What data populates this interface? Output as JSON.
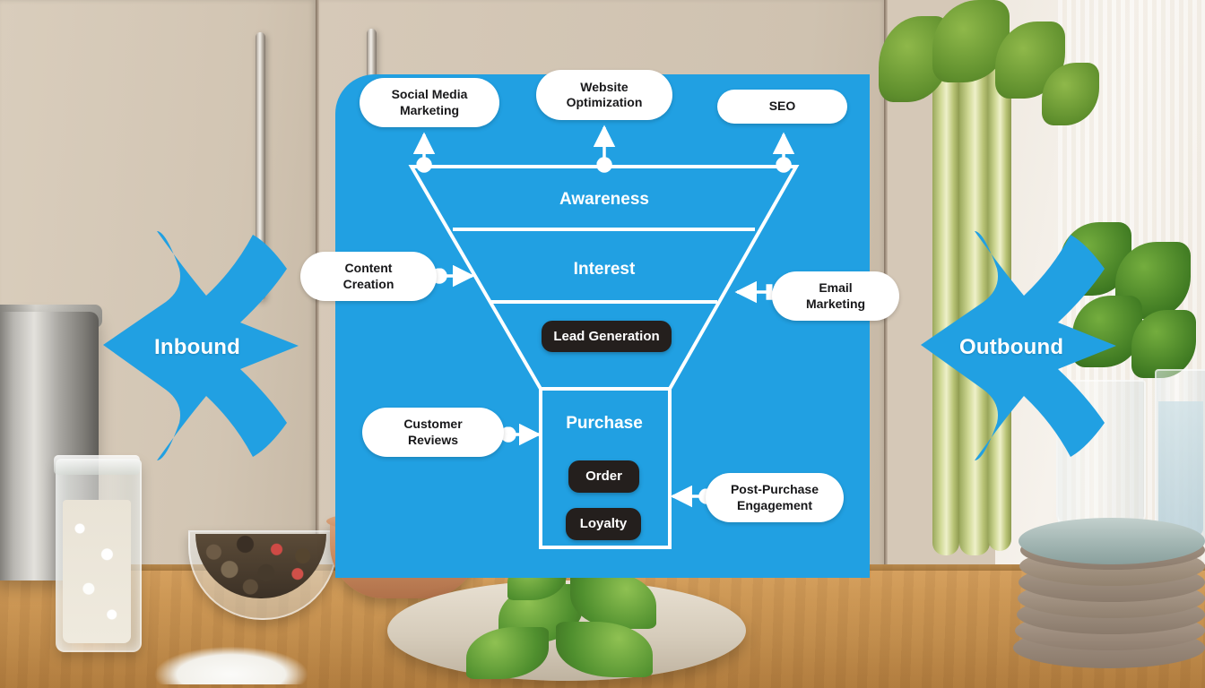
{
  "scene": {
    "background_description": "kitchen counter with cabinets, salt jar, peppercorn bowl, herb bowl, basil, celery, parsley, plates",
    "panel_color": "#21a0e2",
    "chip_color": "#241f1d",
    "pill_color": "#ffffff",
    "text_on_blue": "#ffffff"
  },
  "flow": {
    "inbound_label": "Inbound",
    "outbound_label": "Outbound"
  },
  "funnel": {
    "stages": [
      {
        "id": "awareness",
        "label": "Awareness"
      },
      {
        "id": "interest",
        "label": "Interest"
      },
      {
        "id": "purchase",
        "label": "Purchase"
      }
    ],
    "chips": [
      {
        "id": "lead-generation",
        "label": "Lead Generation"
      },
      {
        "id": "order",
        "label": "Order"
      },
      {
        "id": "loyalty",
        "label": "Loyalty"
      }
    ]
  },
  "tactics": [
    {
      "id": "social-media-marketing",
      "label": "Social Media\nMarketing",
      "line1": "Social Media",
      "line2": "Marketing",
      "side": "top"
    },
    {
      "id": "website-optimization",
      "label": "Website\nOptimization",
      "line1": "Website",
      "line2": "Optimization",
      "side": "top"
    },
    {
      "id": "seo",
      "label": "SEO",
      "line1": "SEO",
      "line2": "",
      "side": "top"
    },
    {
      "id": "content-creation",
      "label": "Content\nCreation",
      "line1": "Content",
      "line2": "Creation",
      "side": "left"
    },
    {
      "id": "email-marketing",
      "label": "Email\nMarketing",
      "line1": "Email",
      "line2": "Marketing",
      "side": "right"
    },
    {
      "id": "customer-reviews",
      "label": "Customer\nReviews",
      "line1": "Customer",
      "line2": "Reviews",
      "side": "left"
    },
    {
      "id": "post-purchase-engagement",
      "label": "Post-Purchase\nEngagement",
      "line1": "Post-Purchase",
      "line2": "Engagement",
      "side": "right"
    }
  ]
}
